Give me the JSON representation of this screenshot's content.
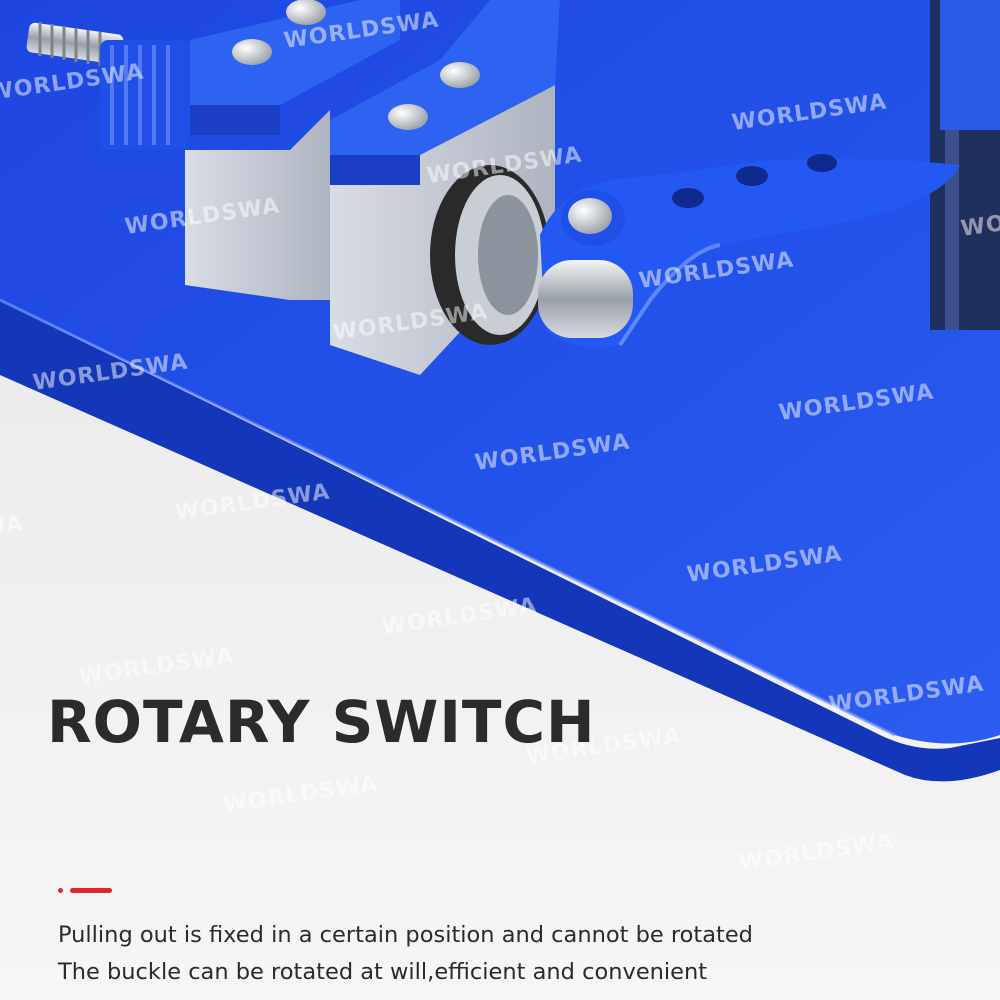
{
  "headline": "ROTARY SWITCH",
  "watermark": "WORLDSWA",
  "description": [
    "Pulling out is fixed in a certain position and cannot be rotated",
    "The buckle can be rotated at will,efficient and convenient"
  ],
  "colors": {
    "base_blue": "#1f4fe6",
    "accent_red": "#e0262a",
    "text_dark": "#2b2b2b",
    "background": "#f2f2f2"
  }
}
